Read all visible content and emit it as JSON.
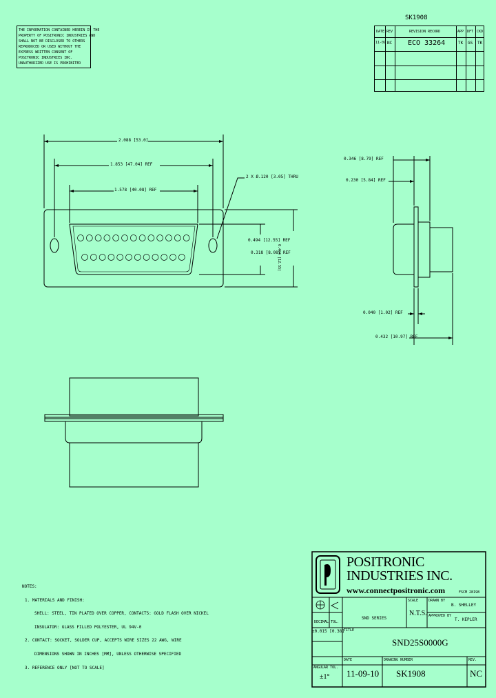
{
  "top_label": "SK1908",
  "proprietary_note": [
    "THE INFORMATION CONTAINED HEREIN IS THE",
    "PROPERTY OF POSITRONIC INDUSTRIES AND",
    "SHALL NOT BE DISCLOSED TO OTHERS",
    "REPRODUCED OR USED WITHOUT THE",
    "EXPRESS WRITTEN CONSENT OF",
    "POSITRONIC INDUSTRIES INC.",
    "UNAUTHORIZED USE IS PROHIBITED"
  ],
  "revision": {
    "headers": [
      "DATE",
      "REV",
      "REVISION RECORD",
      "APP",
      "DFT",
      "CKD"
    ],
    "rows": [
      [
        "11-09",
        "NC",
        "ECO 33264",
        "TK",
        "GS",
        "TK"
      ],
      [
        "",
        "",
        "",
        "",
        "",
        ""
      ],
      [
        "",
        "",
        "",
        "",
        "",
        ""
      ]
    ]
  },
  "front_view": {
    "dim_overall": "2.088 [53.0]",
    "dim_mounting": "1.853 [47.04] REF",
    "dim_shell": "1.578 [40.08] REF",
    "dim_holes": "2 X Ø.120 [3.05] THRU",
    "dim_height_left": "0.494 [12.55] REF",
    "dim_height_mid": "0.318 [8.08] REF",
    "dim_height_right": "0.494 [12.55]"
  },
  "side_view": {
    "dim_top1": "0.346 [8.79] REF",
    "dim_top2": "0.230 [5.84] REF",
    "dim_bottom1": "0.040 [1.02] REF",
    "dim_bottom2": "0.432 [10.97] REF"
  },
  "notes": {
    "heading": "NOTES:",
    "lines": [
      "1. MATERIALS AND FINISH:",
      "SHELL: STEEL, TIN PLATED OVER COPPER, CONTACTS: GOLD FLASH OVER NICKEL",
      "INSULATOR: GLASS FILLED POLYESTER, UL 94V-0",
      "2. CONTACT: SOCKET, SOLDER CUP, ACCEPTS WIRE SIZES 22 AWG, WIRE",
      "DIMENSIONS SHOWN IN INCHES [MM], UNLESS OTHERWISE SPECIFIED",
      "3. REFERENCE ONLY [NOT TO SCALE]"
    ]
  },
  "title_block": {
    "company_line1": "POSITRONIC",
    "company_line2": "INDUSTRIES INC.",
    "website": "www.connectpositronic.com",
    "fscm": "FSCM 28198",
    "series_label": "SND SERIES",
    "scale_label": "SCALE",
    "scale_value": "N.T.S.",
    "drawn_by_label": "DRAWN BY",
    "drawn_by_value": "B. SHELLEY",
    "approved_by_label": "APPROVED BY",
    "approved_by_value": "T. KEPLER",
    "decimal_tol_label": "DECIMAL TOL.",
    "decimal_tol_value": "±0.015 [0.38]",
    "title_label": "TITLE",
    "title_value": "SND25S0000G",
    "angular_tol_label": "ANGULAR TOL.",
    "angular_tol_value": "±1°",
    "date_label": "DATE",
    "date_value": "11-09-10",
    "drawing_number_label": "DRAWING NUMBER",
    "drawing_number_value": "SK1908",
    "rev_label": "REV.",
    "rev_value": "NC"
  }
}
